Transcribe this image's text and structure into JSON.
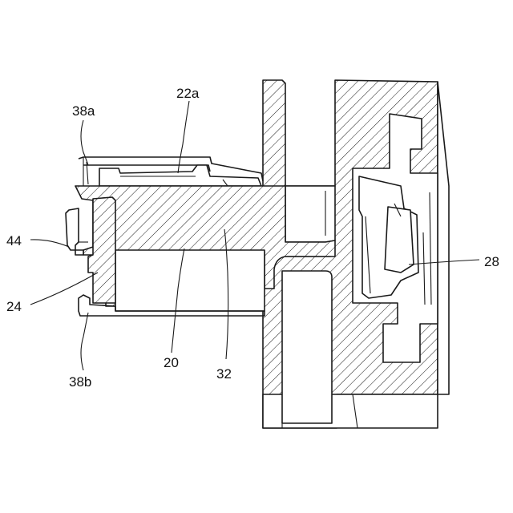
{
  "labels": {
    "l_22a": "22a",
    "l_38a": "38a",
    "l_44": "44",
    "l_24": "24",
    "l_38b": "38b",
    "l_20": "20",
    "l_32": "32",
    "l_28": "28"
  }
}
